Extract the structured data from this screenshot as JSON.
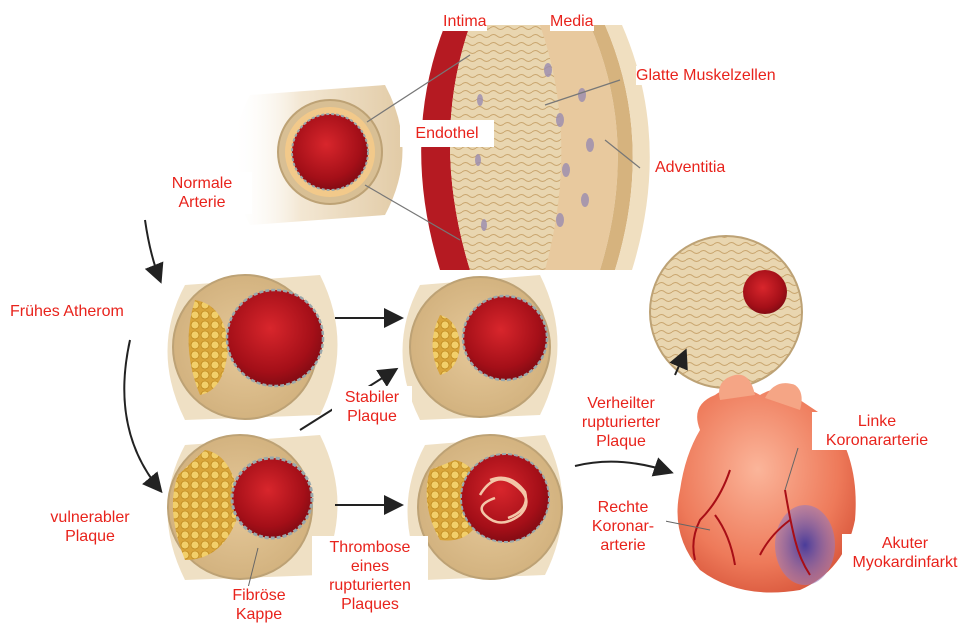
{
  "labels": {
    "intima": "Intima",
    "media": "Media",
    "glatte_muskelzellen": "Glatte Muskelzellen",
    "endothel": "Endothel",
    "adventitia": "Adventitia",
    "normale_arterie_1": "Normale",
    "normale_arterie_2": "Arterie",
    "fruehes_atherom": "Frühes Atherom",
    "stabiler_plaque_1": "Stabiler",
    "stabiler_plaque_2": "Plaque",
    "verheilter_1": "Verheilter",
    "verheilter_2": "rupturierter",
    "verheilter_3": "Plaque",
    "linke_koronar_1": "Linke",
    "linke_koronar_2": "Koronararterie",
    "rechte_koronar_1": "Rechte",
    "rechte_koronar_2": "Koronar-",
    "rechte_koronar_3": "arterie",
    "akuter_1": "Akuter",
    "akuter_2": "Myokardinfarkt",
    "vulnerabler_1": "vulnerabler",
    "vulnerabler_2": "Plaque",
    "thrombose_1": "Thrombose",
    "thrombose_2": "eines",
    "thrombose_3": "rupturierten",
    "thrombose_4": "Plaques",
    "fibroese_1": "Fibröse",
    "fibroese_2": "Kappe"
  },
  "colors": {
    "label_text": "#e8231c",
    "lumen": "#b3121c",
    "wall": "#e8d2a8",
    "adventitia": "#efe0c4",
    "lipid": "#e6b84a",
    "cap": "#8a9aa0",
    "heart": "#f08a6a",
    "infarct": "#6a5aa8",
    "arrow": "#222222"
  }
}
